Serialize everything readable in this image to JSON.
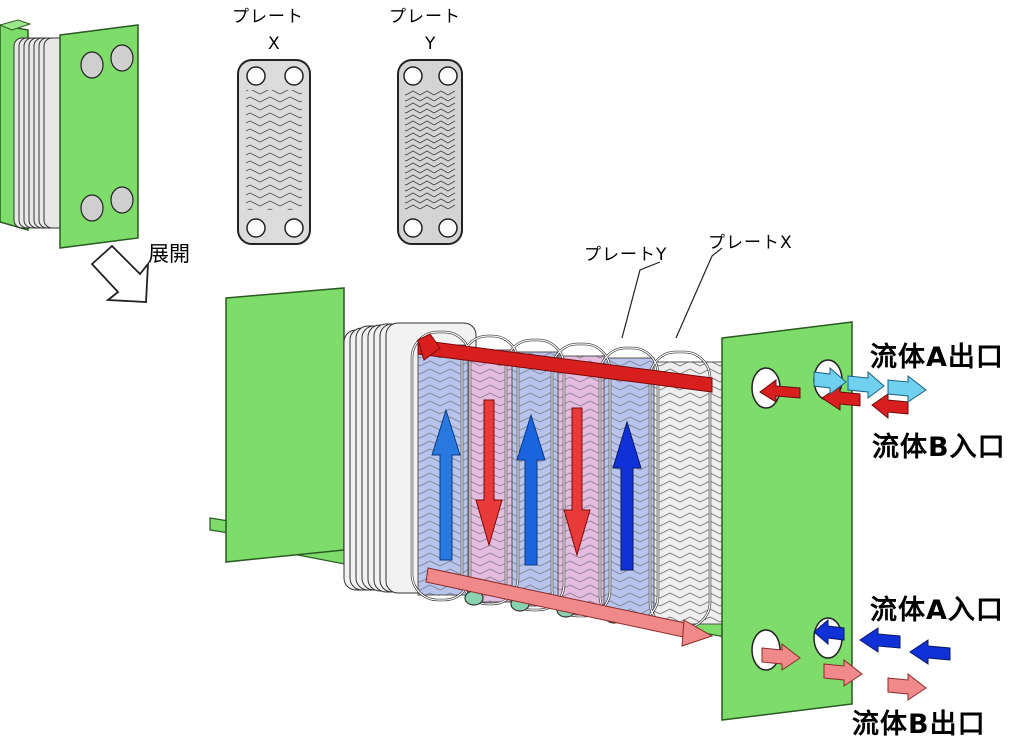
{
  "labels": {
    "plate_x_top": "プレート",
    "plate_x_letter": "X",
    "plate_y_top": "プレート",
    "plate_y_letter": "Y",
    "expand": "展開",
    "callout_plate_y": "プレートY",
    "callout_plate_x": "プレートX",
    "fluid_a_out": "流体A出口",
    "fluid_b_in": "流体B入口",
    "fluid_a_in": "流体A入口",
    "fluid_b_out": "流体B出口"
  },
  "colors": {
    "frame_green": "#7ddc6a",
    "frame_stroke": "#2b5a22",
    "plate_grey": "#e6e6e6",
    "channel_blue": "#b8c4ec",
    "channel_pink": "#e3bde0",
    "hot_red": "#d91e1e",
    "warm_pink": "#f08a8a",
    "cold_blue": "#1030d8",
    "cool_cyan": "#6fd0f0",
    "mid_blue": "#2878e0"
  }
}
